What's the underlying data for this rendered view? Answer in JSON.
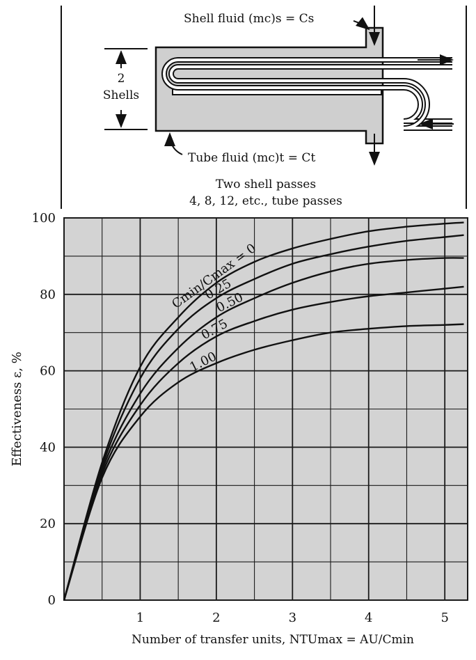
{
  "diagram": {
    "shell_fluid_label": "Shell fluid (mc)s = Cs",
    "tube_fluid_label": "Tube fluid (mc)t = Ct",
    "shells_count": "2",
    "shells_word": "Shells",
    "caption_line1": "Two shell passes",
    "caption_line2": "4, 8, 12, etc., tube passes"
  },
  "colors": {
    "plot_background": "#d3d3d3",
    "grid": "#1a1a1a",
    "curve": "#111111",
    "shell_fill": "#cfcfcf"
  },
  "chart_data": {
    "type": "line",
    "xlabel": "Number of transfer units, NTUmax = AU/Cmin",
    "ylabel": "Effectiveness ε, %",
    "xlim": [
      0,
      5.3
    ],
    "ylim": [
      0,
      100
    ],
    "x_ticks": [
      "1",
      "2",
      "3",
      "4",
      "5"
    ],
    "y_ticks": [
      "0",
      "20",
      "40",
      "60",
      "80",
      "100"
    ],
    "grid": true,
    "legend": "inline labels on curves",
    "curve_label_prefix": "Cmin/Cmax",
    "series": [
      {
        "name": "0",
        "x": [
          0,
          0.5,
          1,
          1.5,
          2,
          2.5,
          3,
          3.5,
          4,
          4.5,
          5,
          5.25
        ],
        "y": [
          0,
          36,
          61,
          74,
          83,
          88.5,
          92,
          94.5,
          96.5,
          97.7,
          98.5,
          98.8
        ]
      },
      {
        "name": "0.25",
        "x": [
          0,
          0.5,
          1,
          1.5,
          2,
          2.5,
          3,
          3.5,
          4,
          4.5,
          5,
          5.25
        ],
        "y": [
          0,
          35,
          58,
          71,
          79,
          84,
          88,
          90.5,
          92.5,
          94,
          95,
          95.5
        ]
      },
      {
        "name": "0.50",
        "x": [
          0,
          0.5,
          1,
          1.5,
          2,
          2.5,
          3,
          3.5,
          4,
          4.5,
          5,
          5.25
        ],
        "y": [
          0,
          34,
          54,
          66,
          74,
          79,
          83,
          86,
          88,
          89,
          89.5,
          89.5
        ]
      },
      {
        "name": "0.75",
        "x": [
          0,
          0.5,
          1,
          1.5,
          2,
          2.5,
          3,
          3.5,
          4,
          4.5,
          5,
          5.25
        ],
        "y": [
          0,
          33,
          51,
          62,
          69,
          73,
          76,
          78,
          79.5,
          80.5,
          81.5,
          82
        ]
      },
      {
        "name": "1.00",
        "x": [
          0,
          0.5,
          1,
          1.5,
          2,
          2.5,
          3,
          3.5,
          4,
          4.5,
          5,
          5.25
        ],
        "y": [
          0,
          32,
          48,
          57,
          62,
          65.5,
          68,
          70,
          71,
          71.7,
          72,
          72.2
        ]
      }
    ]
  }
}
